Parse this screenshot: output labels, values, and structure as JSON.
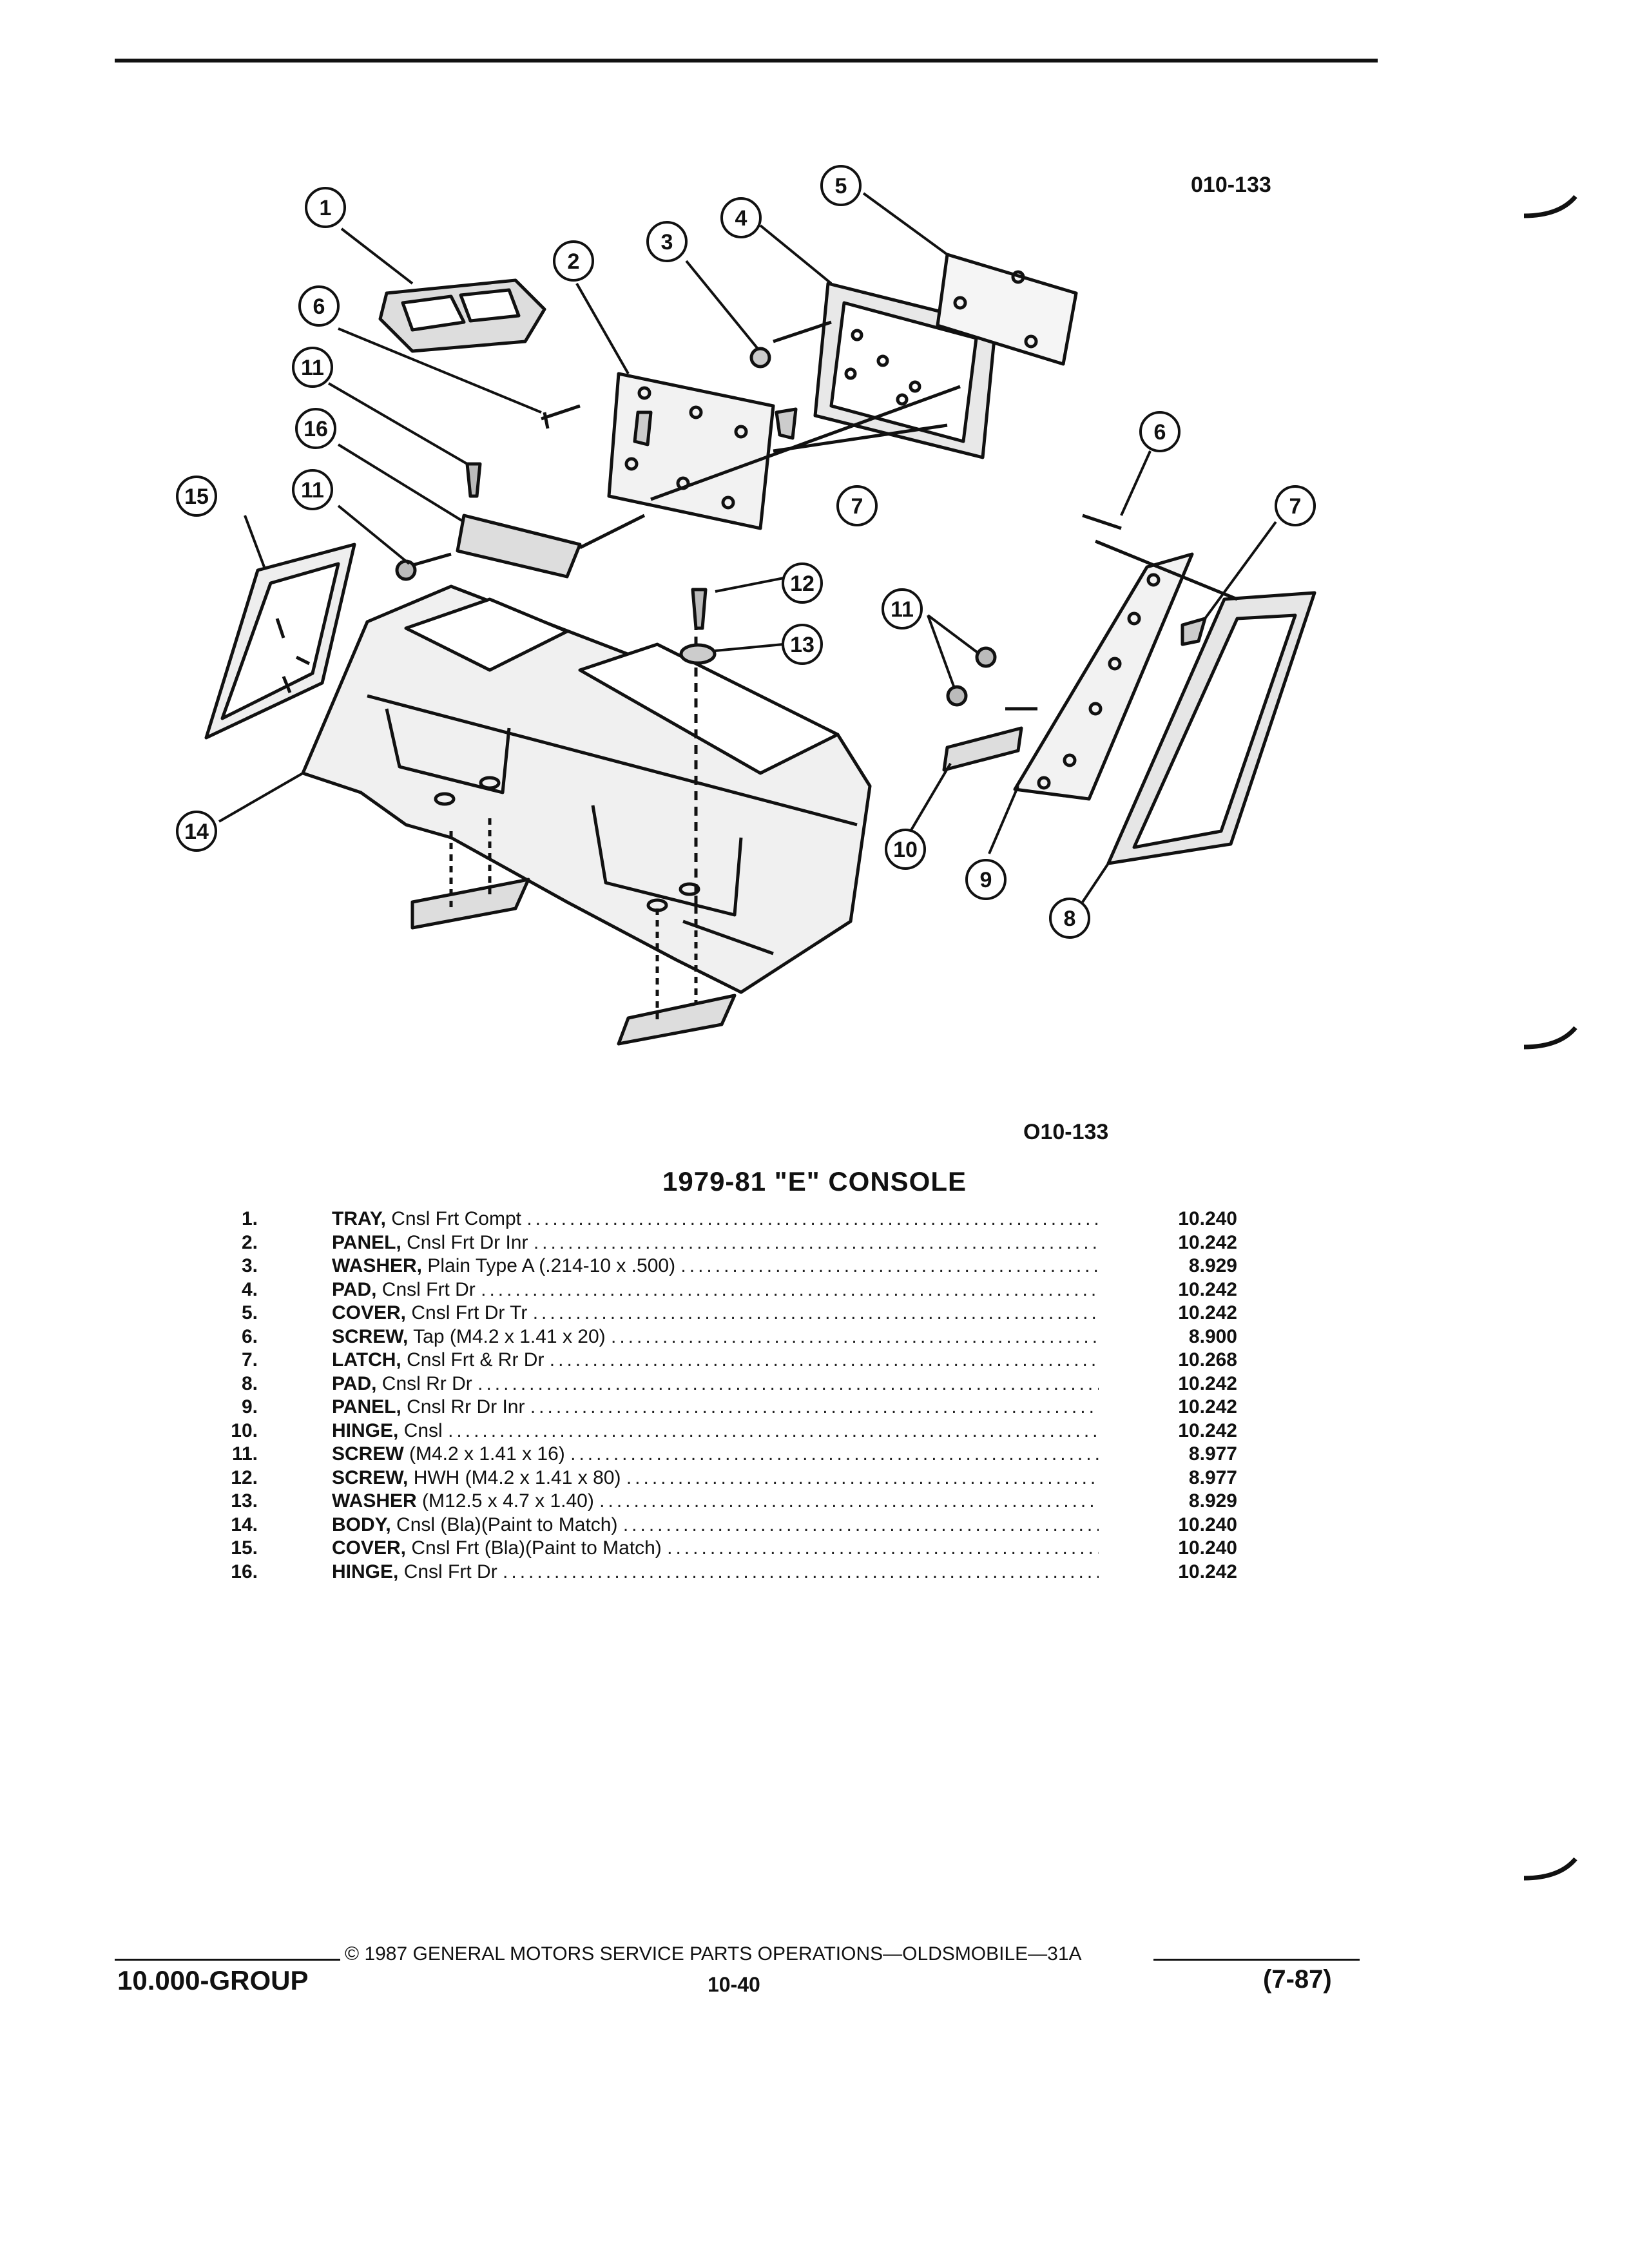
{
  "figure": {
    "code_top": "010-133",
    "code_bottom": "O10-133",
    "callouts": [
      "1",
      "2",
      "3",
      "4",
      "5",
      "6",
      "11",
      "16",
      "15",
      "11",
      "6",
      "7",
      "12",
      "13",
      "11",
      "7",
      "14",
      "10",
      "9",
      "8"
    ]
  },
  "title": "1979-81 \"E\" CONSOLE",
  "parts": [
    {
      "num": "1.",
      "name": "TRAY,",
      "desc": "Cnsl Frt Compt",
      "ref": "10.240"
    },
    {
      "num": "2.",
      "name": "PANEL,",
      "desc": "Cnsl Frt Dr Inr",
      "ref": "10.242"
    },
    {
      "num": "3.",
      "name": "WASHER,",
      "desc": "Plain Type A (.214-10 x .500)",
      "ref": "8.929"
    },
    {
      "num": "4.",
      "name": "PAD,",
      "desc": "Cnsl Frt Dr",
      "ref": "10.242"
    },
    {
      "num": "5.",
      "name": "COVER,",
      "desc": "Cnsl Frt Dr Tr",
      "ref": "10.242"
    },
    {
      "num": "6.",
      "name": "SCREW,",
      "desc": "Tap (M4.2 x 1.41 x 20)",
      "ref": "8.900"
    },
    {
      "num": "7.",
      "name": "LATCH,",
      "desc": "Cnsl Frt & Rr Dr",
      "ref": "10.268"
    },
    {
      "num": "8.",
      "name": "PAD,",
      "desc": "Cnsl Rr Dr",
      "ref": "10.242"
    },
    {
      "num": "9.",
      "name": "PANEL,",
      "desc": "Cnsl Rr Dr Inr",
      "ref": "10.242"
    },
    {
      "num": "10.",
      "name": "HINGE,",
      "desc": "Cnsl",
      "ref": "10.242"
    },
    {
      "num": "11.",
      "name": "SCREW",
      "desc": "(M4.2 x 1.41 x 16)",
      "ref": "8.977"
    },
    {
      "num": "12.",
      "name": "SCREW,",
      "desc": "HWH (M4.2 x 1.41 x 80)",
      "ref": "8.977"
    },
    {
      "num": "13.",
      "name": "WASHER",
      "desc": "(M12.5 x 4.7 x 1.40)",
      "ref": "8.929"
    },
    {
      "num": "14.",
      "name": "BODY,",
      "desc": "Cnsl (Bla)(Paint to Match)",
      "ref": "10.240"
    },
    {
      "num": "15.",
      "name": "COVER,",
      "desc": "Cnsl Frt (Bla)(Paint to Match)",
      "ref": "10.240"
    },
    {
      "num": "16.",
      "name": "HINGE,",
      "desc": "Cnsl Frt Dr",
      "ref": "10.242"
    }
  ],
  "footer": {
    "copyright": "© 1987 GENERAL MOTORS SERVICE PARTS OPERATIONS—OLDSMOBILE—31A",
    "group": "10.000-GROUP",
    "page": "10-40",
    "date": "(7-87)"
  }
}
